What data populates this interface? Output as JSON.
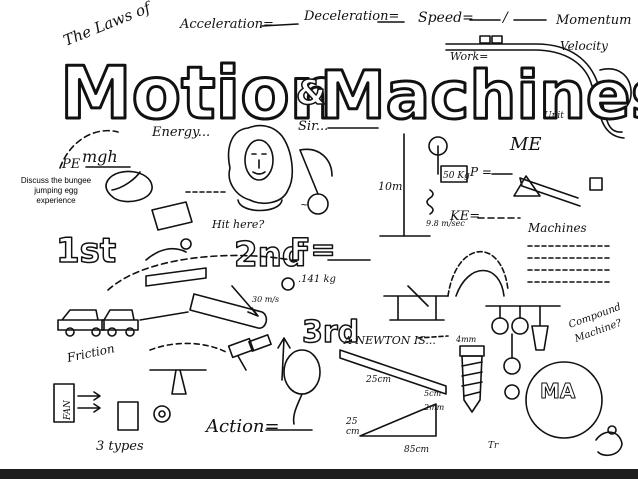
{
  "note": {
    "line1": "Discuss the bungee",
    "line2": "jumping egg",
    "line3": "experience"
  },
  "title": {
    "pre": "The Laws of",
    "main_left": "Motion",
    "amp": "&",
    "main_right": "Machines"
  },
  "labels": {
    "acceleration": "Acceleration=",
    "deceleration": "Deceleration=",
    "speed": "Speed=",
    "speed_slash": "/",
    "momentum": "Momentum",
    "velocity": "Velocity",
    "work": "Work=",
    "energy": "Energy...",
    "sir": "Sir...",
    "pe": "PE",
    "mgh": "mgh",
    "me": "ME",
    "unit": "Unit",
    "first": "1st",
    "hit_here": "Hit here?",
    "second": "2nd",
    "f_eq": "F=",
    "mass": ".141 kg",
    "speed_val": "30 m/s",
    "third": "3rd",
    "newton_is": "A NEWTON IS...",
    "friction": "Friction",
    "fan": "FAN",
    "three_types": "3 types",
    "action": "Action=",
    "ten_m": "10m",
    "fifty_kg": "50 Kg",
    "p_eq": "P =",
    "g_val": "9.8 m/sec",
    "ke": "KE=",
    "machines": "Machines",
    "compound": "Compound",
    "machine_q": "Machine?",
    "ma": "MA",
    "len_25cm": "25cm",
    "len_5cm": "5cm",
    "len_2mm": "2mm",
    "len_4mm": "4mm",
    "len_25": "25",
    "len_cm": "cm",
    "len_85cm": "85cm"
  }
}
